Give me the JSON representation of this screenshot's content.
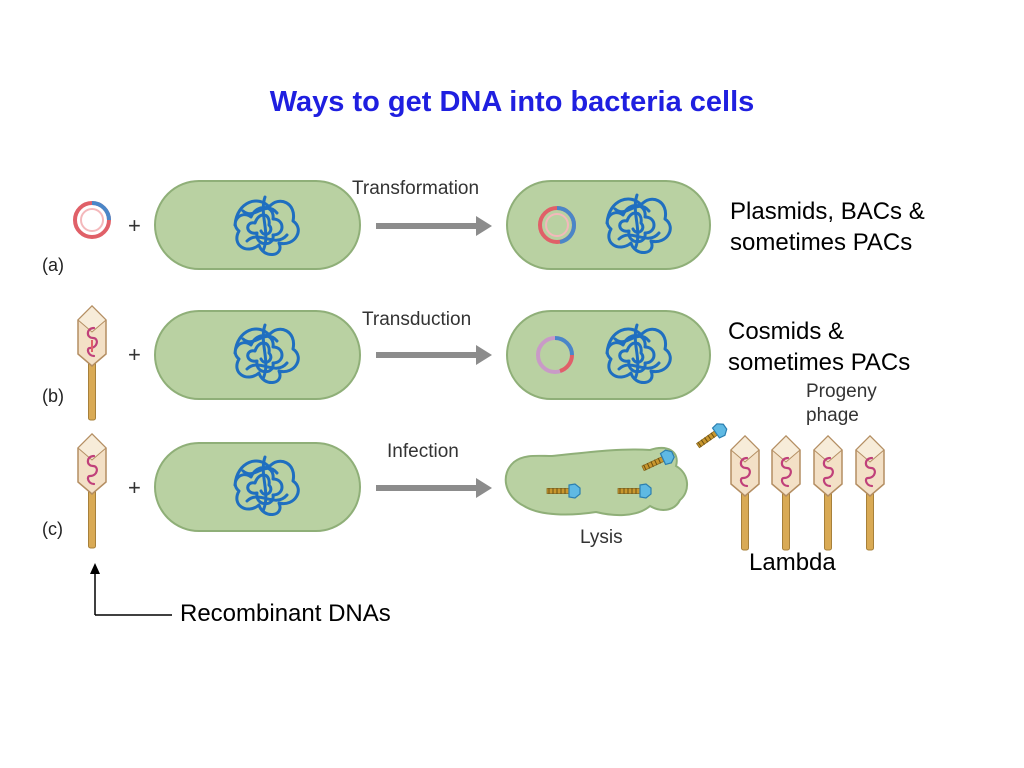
{
  "title": "Ways to get DNA into bacteria cells",
  "rows": [
    {
      "label": "(a)",
      "process": "Transformation",
      "note_line1": "Plasmids, BACs &",
      "note_line2": "sometimes PACs"
    },
    {
      "label": "(b)",
      "process": "Transduction",
      "note_line1": "Cosmids &",
      "note_line2": "sometimes PACs"
    },
    {
      "label": "(c)",
      "process": "Infection"
    }
  ],
  "plus": "+",
  "progeny": {
    "line1": "Progeny",
    "line2": "phage"
  },
  "lysis": "Lysis",
  "lambda": "Lambda",
  "recombinant": "Recombinant DNAs",
  "colors": {
    "title": "#1f1fe0",
    "cell_fill": "#b9d1a2",
    "cell_stroke": "#8faf78",
    "dna": "#1f6fc0",
    "arrow": "#8c8c8c",
    "phage_head": "#f3e0c6",
    "phage_tail": "#d9aa55",
    "plasmid_red": "#e06068",
    "plasmid_blue": "#4a86c8"
  }
}
